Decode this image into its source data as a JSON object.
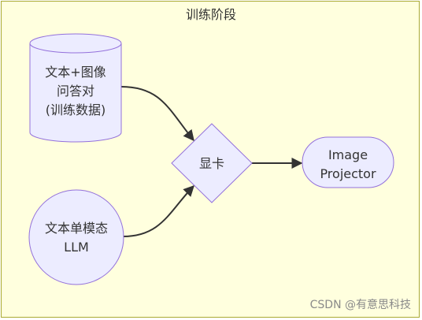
{
  "subgraph": {
    "title": "训练阶段"
  },
  "nodes": {
    "dataset": {
      "line1": "文本+图像",
      "line2": "问答对",
      "line3": "(训练数据)"
    },
    "gpu": {
      "label": "显卡"
    },
    "llm": {
      "line1": "文本单模态",
      "line2": "LLM"
    },
    "projector": {
      "line1": "Image",
      "line2": "Projector"
    }
  },
  "watermark": "CSDN @有意思科技",
  "colors": {
    "subgraph_fill": "#ffffde",
    "subgraph_stroke": "#aaaa33",
    "node_fill": "#ececff",
    "node_stroke": "#9370db",
    "edge": "#333333",
    "text": "#333333"
  }
}
